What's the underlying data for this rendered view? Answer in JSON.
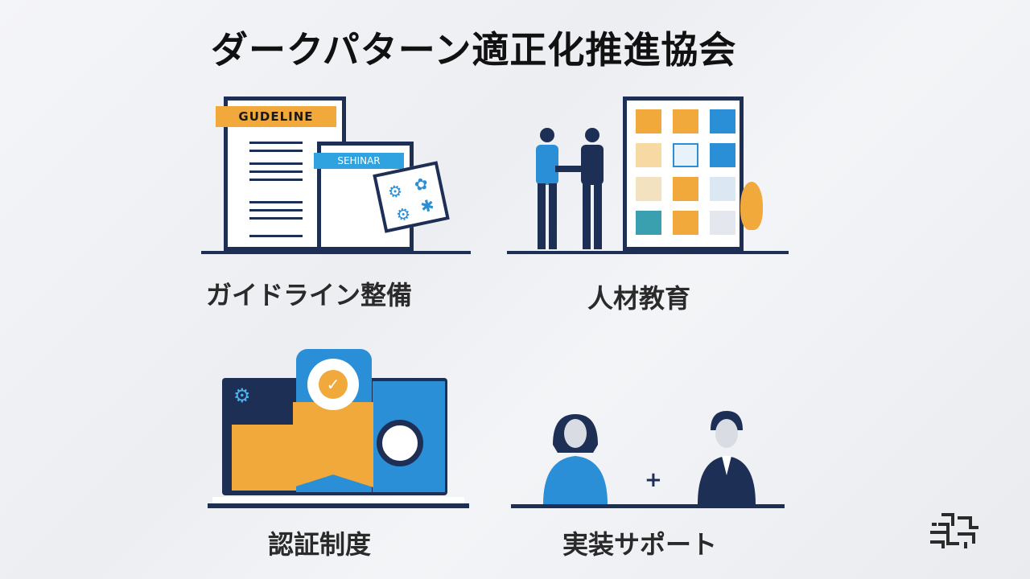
{
  "title": "ダークパターン適正化推進協会",
  "sections": [
    {
      "caption": "ガイドライン整備",
      "illustration": "guideline-documents",
      "banner_1": "GUDELINE",
      "banner_2": "SEHINAR"
    },
    {
      "caption": "人材教育",
      "illustration": "people-training-board"
    },
    {
      "caption": "認証制度",
      "illustration": "certification-laptop"
    },
    {
      "caption": "実装サポート",
      "illustration": "support-people"
    }
  ],
  "colors": {
    "navy": "#1e2f55",
    "blue": "#2a8fd6",
    "orange": "#f0a93a"
  }
}
